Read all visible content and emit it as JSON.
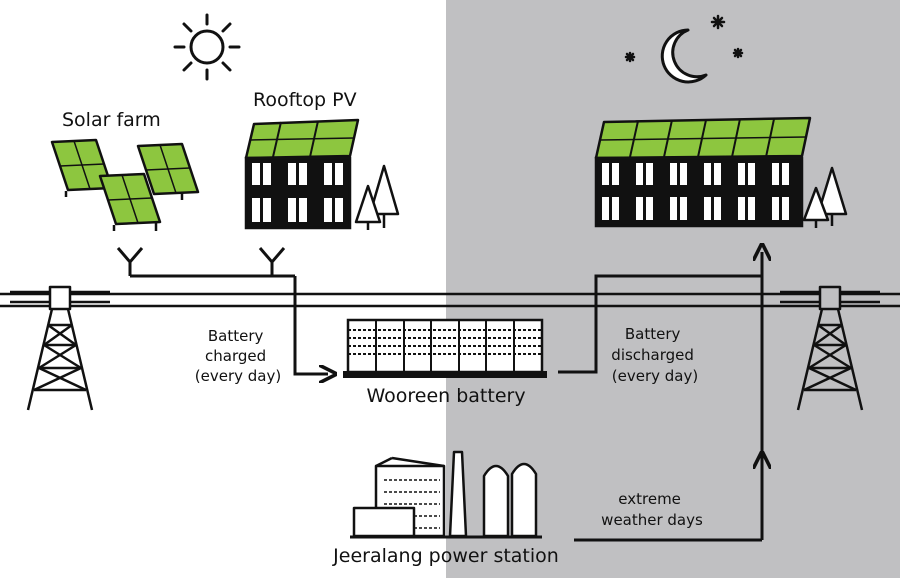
{
  "labels": {
    "solar_farm": "Solar farm",
    "rooftop_pv": "Rooftop PV",
    "battery_charged": [
      "Battery",
      "charged",
      "(every day)"
    ],
    "wooreen_battery": "Wooreen battery",
    "battery_discharged": [
      "Battery",
      "discharged",
      "(every day)"
    ],
    "extreme_weather": [
      "extreme",
      "weather days"
    ],
    "jeeralang": "Jeeralang power station"
  },
  "colors": {
    "night_panel": "#c0c0c2",
    "panel_green": "#8dc63f",
    "panel_green_dark": "#4f8a1e",
    "ink": "#111111",
    "day_background": "#ffffff"
  },
  "icons": {
    "sun": "sun-icon",
    "moon": "moon-icon",
    "stars": "star-icon",
    "trees": "tree-icon",
    "pylon": "transmission-tower-icon",
    "battery": "battery-bank-icon",
    "power_station": "power-station-icon"
  }
}
